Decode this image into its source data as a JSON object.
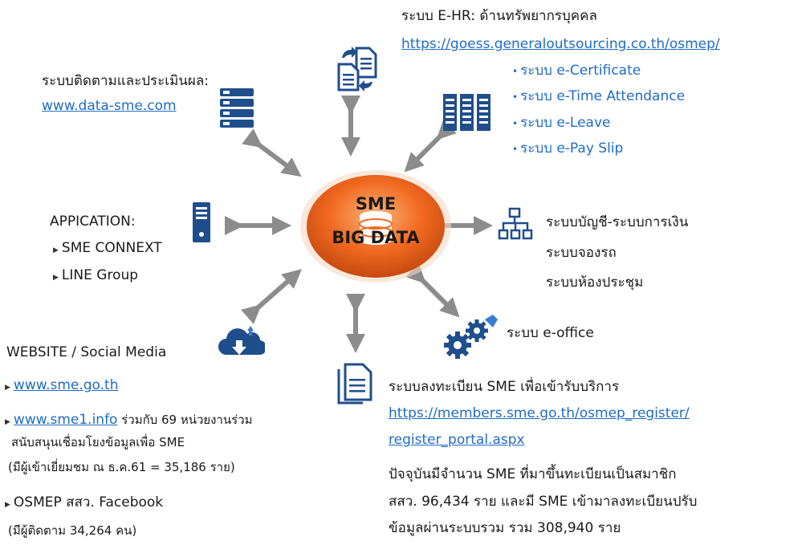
{
  "center": {
    "line1": "SME",
    "line2": "BIG DATA"
  },
  "ehr": {
    "title": "ระบบ E-HR: ด้านทรัพยากรบุคคล",
    "url": "https://goess.generaloutsourcing.co.th/osmep/",
    "items": [
      "ระบบ e-Certificate",
      "ระบบ e-Time Attendance",
      "ระบบ e-Leave",
      "ระบบ e-Pay Slip"
    ]
  },
  "monitoring": {
    "title": "ระบบติดตามและประเมินผล:",
    "url": "www.data-sme.com"
  },
  "application": {
    "title": "APPICATION:",
    "items": [
      "SME CONNEXT",
      "LINE Group"
    ]
  },
  "accounting": {
    "items": [
      "ระบบบัญชี-ระบบการเงิน",
      "ระบบจองรถ",
      "ระบบห้องประชุม"
    ]
  },
  "eoffice": {
    "title": "ระบบ e-office"
  },
  "website": {
    "title": "WEBSITE / Social Media",
    "link1": "www.sme.go.th",
    "link2": "www.sme1.info",
    "link2_desc": " ร่วมกับ 69 หน่วยงานร่วม",
    "link2_desc2": "สนับสนุนเชื่อมโยงข้อมูลเพื่อ SME",
    "visitors": "(มีผู้เข้าเยี่ยมชม ณ ธ.ค.61 = 35,186 ราย)",
    "facebook": "OSMEP สสว. Facebook",
    "followers": "(มีผู้ติดตาม 34,264 คน)"
  },
  "registration": {
    "title": "ระบบลงทะเบียน SME เพื่อเข้ารับบริการ",
    "url_line1": "https://members.sme.go.th/osmep_register/",
    "url_line2": "register_portal.aspx",
    "desc1": "ปัจจุบันมีจำนวน SME ที่มาขึ้นทะเบียนเป็นสมาชิก",
    "desc2": "สสว. 96,434 ราย และมี SME เข้ามาลงทะเบียนปรับ",
    "desc3": "ข้อมูลผ่านระบบรวม รวม 308,940 ราย"
  },
  "colors": {
    "orange": "#f26a21",
    "blue_icon": "#1f4e8c",
    "arrow": "#8c8c8c",
    "link": "#1f6cc4"
  },
  "icons": [
    "documents-sync-icon",
    "server-list-icon",
    "database-rack-icon",
    "server-tower-icon",
    "org-chart-icon",
    "gears-icon",
    "cloud-upload-icon",
    "document-icon"
  ]
}
